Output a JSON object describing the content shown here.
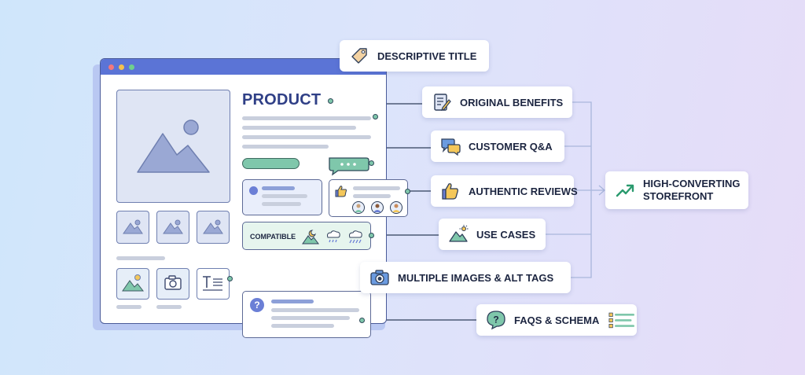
{
  "product": {
    "title": "PRODUCT",
    "compatible_label": "COMPATIBLE"
  },
  "labels": {
    "descriptive_title": "DESCRIPTIVE TITLE",
    "original_benefits": "ORIGINAL BENEFITS",
    "customer_qa": "CUSTOMER Q&A",
    "authentic_reviews": "AUTHENTIC REVIEWS",
    "use_cases": "USE CASES",
    "multiple_images": "MULTIPLE IMAGES & ALT TAGS",
    "faqs_schema": "FAQS & SCHEMA",
    "storefront_line1": "HIGH-CONVERTING",
    "storefront_line2": "STOREFRONT"
  },
  "icons": {
    "descriptive_title": "tag-icon",
    "original_benefits": "document-pen-icon",
    "customer_qa": "chat-bubbles-icon",
    "authentic_reviews": "thumbs-up-icon",
    "use_cases": "mountain-sun-icon",
    "multiple_images": "camera-icon",
    "faqs_schema": "question-icon",
    "storefront": "trending-up-icon"
  },
  "colors": {
    "accent_green": "#7fc7ab",
    "brand_blue": "#2f3f86",
    "frame_blue": "#5b74d6"
  }
}
